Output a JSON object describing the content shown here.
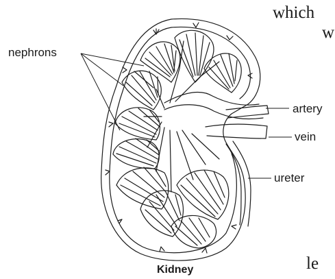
{
  "labels": {
    "nephrons": "nephrons",
    "artery": "artery",
    "vein": "vein",
    "ureter": "ureter"
  },
  "caption": "Kidney",
  "background_text": {
    "top_fragment": "which",
    "top_fragment_2": "w",
    "bottom_fragment": "le"
  },
  "colors": {
    "ink": "#1a1a1a",
    "background": "#ffffff"
  }
}
